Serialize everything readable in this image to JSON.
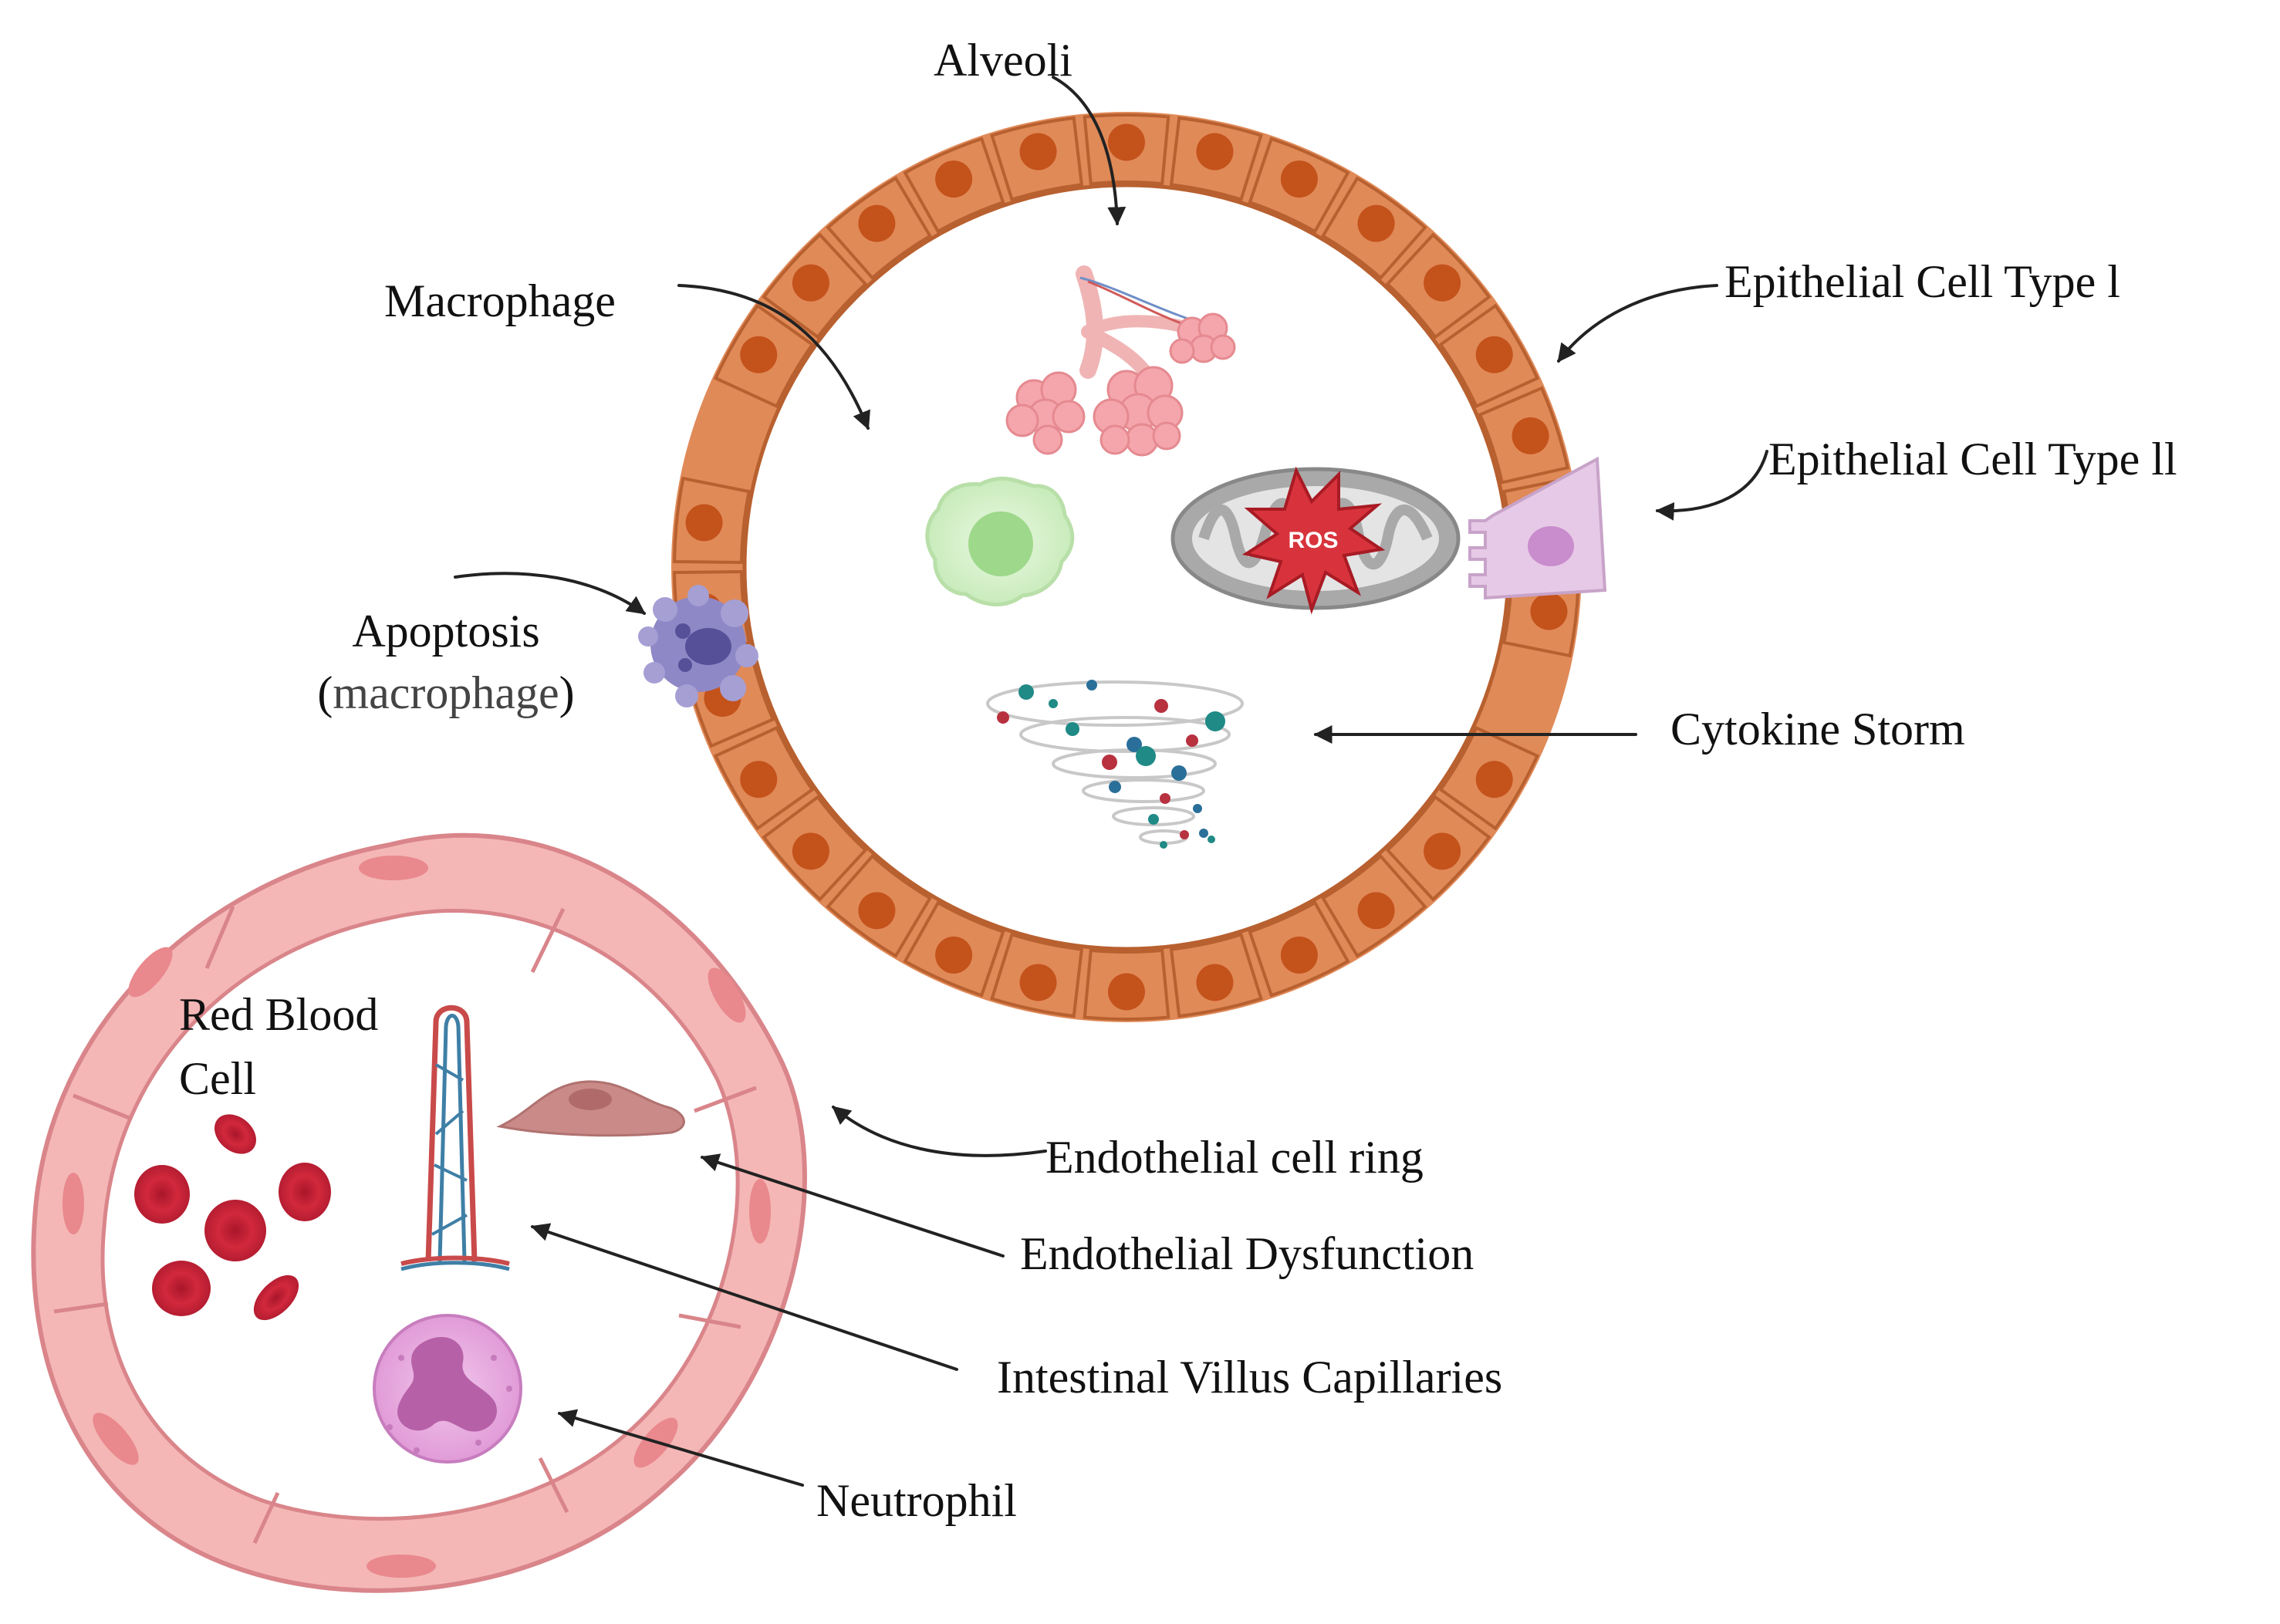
{
  "colors": {
    "epithelial_cell": "#e08a58",
    "epithelial_nucleus": "#c4521b",
    "endothelial_ring": "#f4b7b5",
    "red_blood_cell": "#d2283c",
    "neutrophil": "#e7a9de",
    "macrophage": "#d3f0c8",
    "type2_cell": "#e6c9e6",
    "apoptotic_cell": "#8f88c6",
    "mitochondrion": "#a9a9a9",
    "ros": "#d8333c",
    "arrow": "#222222"
  },
  "labels": {
    "alveoli": "Alveoli",
    "macrophage": "Macrophage",
    "epithelial_type1": "Epithelial Cell Type l",
    "epithelial_type2": "Epithelial Cell Type ll",
    "apoptosis": "Apoptosis",
    "apoptosis_open": "(",
    "apoptosis_sub": "macrophage",
    "apoptosis_close": ")",
    "cytokine_storm": "Cytokine Storm",
    "red_blood_cell_line1": "Red Blood",
    "red_blood_cell_line2": "Cell",
    "endothelial_ring": "Endothelial cell ring",
    "endothelial_dysfunction": "Endothelial Dysfunction",
    "villus_capillaries": "Intestinal Villus Capillaries",
    "neutrophil": "Neutrophil"
  },
  "icons": {
    "ros_text": "ROS"
  }
}
